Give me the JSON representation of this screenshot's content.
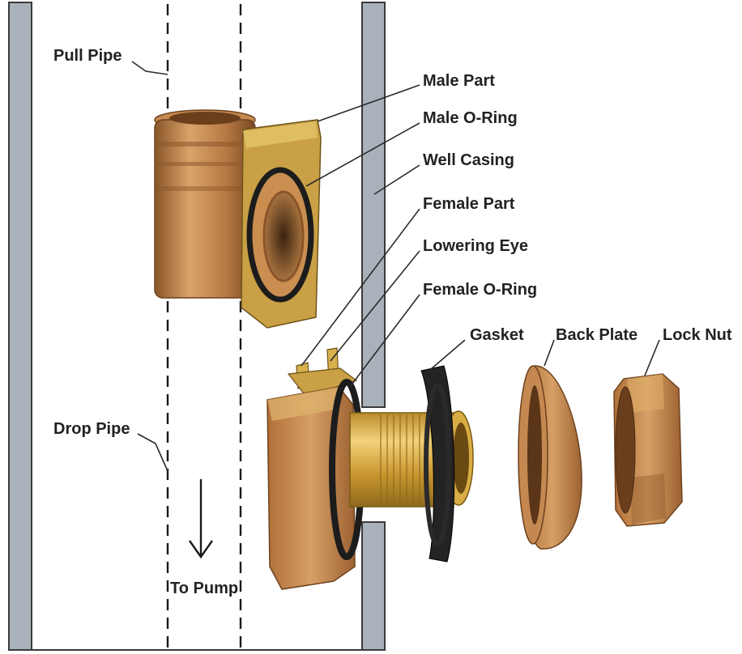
{
  "labels": {
    "pull_pipe": "Pull Pipe",
    "male_part": "Male Part",
    "male_o_ring": "Male O-Ring",
    "well_casing": "Well Casing",
    "female_part": "Female Part",
    "lowering_eye": "Lowering Eye",
    "female_o_ring": "Female O-Ring",
    "gasket": "Gasket",
    "back_plate": "Back Plate",
    "lock_nut": "Lock Nut",
    "drop_pipe": "Drop Pipe",
    "to_pump": "To Pump"
  },
  "colors": {
    "casing_wall": "#a9b2bb",
    "casing_outline": "#3a3a3a",
    "bronze_light": "#d9a36a",
    "bronze_mid": "#b97a45",
    "bronze_dark": "#7a4a24",
    "brass": "#e0b54a",
    "rubber": "#1c1c1c"
  }
}
